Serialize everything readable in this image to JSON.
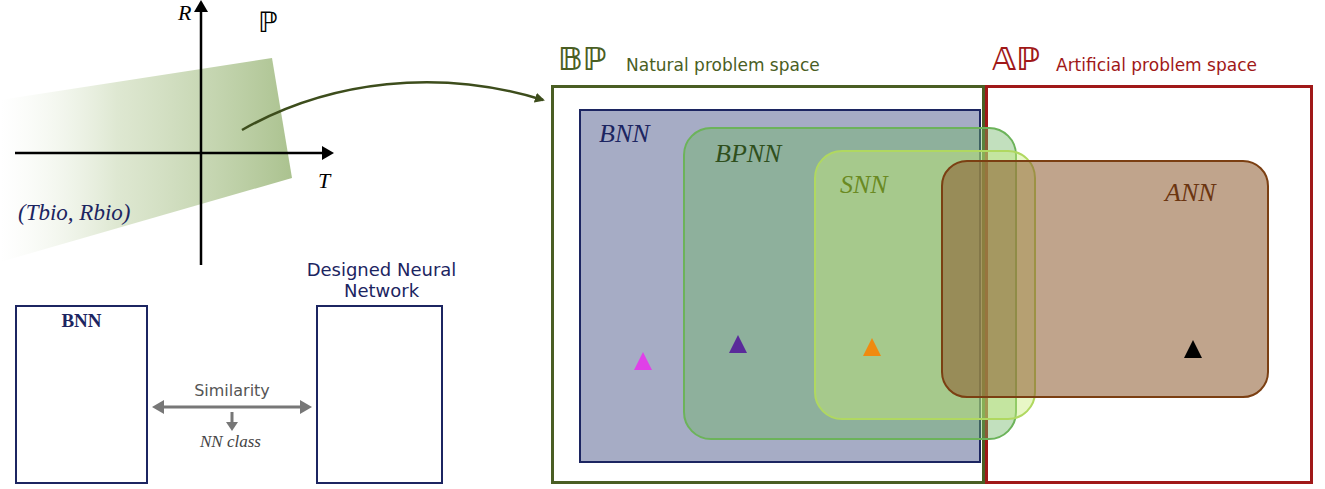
{
  "diagram": {
    "nodes": [
      {
        "text": [
          "BNN"
        ]
      },
      {
        "text": [
          "Designed Neural Network"
        ]
      },
      {
        "text": [
          "𝔹ℙ",
          "Natural problem space"
        ]
      },
      {
        "text": [
          "𝔸ℙ",
          "Artificial problem space"
        ]
      },
      {
        "text": [
          "BNN"
        ],
        "in": 2
      },
      {
        "text": [
          "BPNN"
        ]
      },
      {
        "text": [
          "SNN"
        ]
      },
      {
        "text": [
          "ANN"
        ]
      }
    ],
    "edges": [
      {
        "from": 0,
        "to": 1,
        "arrow": "both",
        "label": "Similarity"
      }
    ],
    "labels": [
      "R",
      "ℙ",
      "T",
      "(Tbio, Rbio)",
      "NN class"
    ]
  }
}
